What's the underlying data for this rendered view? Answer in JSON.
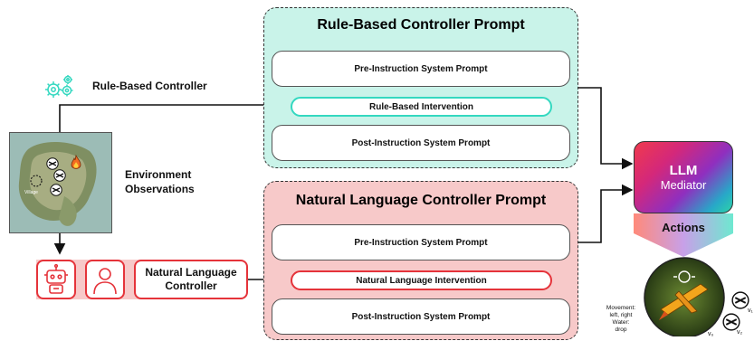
{
  "rule_panel": {
    "title": "Rule-Based Controller Prompt",
    "pre": "Pre-Instruction System Prompt",
    "intervention": "Rule-Based Intervention",
    "post": "Post-Instruction System Prompt"
  },
  "nl_panel": {
    "title": "Natural Language Controller Prompt",
    "pre": "Pre-Instruction System Prompt",
    "intervention": "Natural Language Intervention",
    "post": "Post-Instruction System Prompt"
  },
  "rule_controller": {
    "label": "Rule-Based Controller"
  },
  "environment": {
    "line1": "Environment",
    "line2": "Observations",
    "village": "Village"
  },
  "nl_controller": {
    "line1": "Natural Language",
    "line2": "Controller"
  },
  "llm": {
    "title": "LLM",
    "subtitle": "Mediator"
  },
  "actions": {
    "label": "Actions"
  },
  "action_space": {
    "line1": "Movement:",
    "line2": "left, right",
    "line3": "Water:",
    "line4": "drop"
  },
  "drone_labels": {
    "v0": "v₀",
    "v1": "v₁",
    "v2": "v₂"
  },
  "colors": {
    "rule_panel_bg": "#c9f3e9",
    "nl_panel_bg": "#f7c9c9",
    "teal_accent": "#34d8c0",
    "red_accent": "#e5333a"
  }
}
